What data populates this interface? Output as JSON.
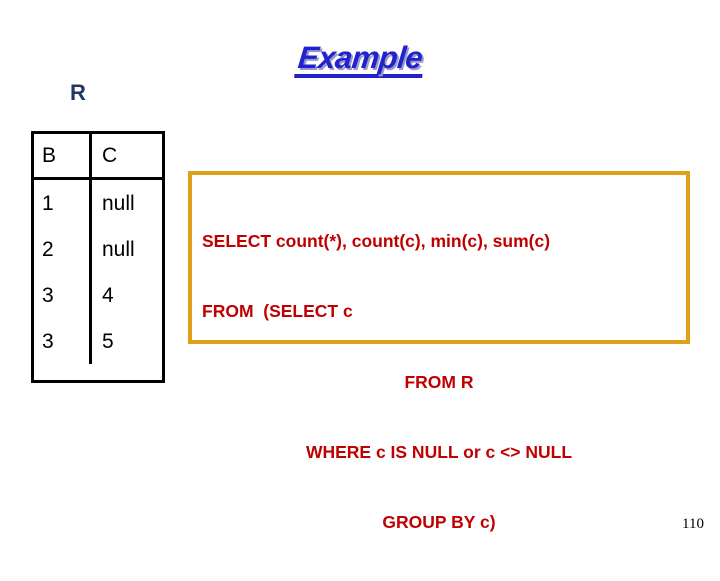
{
  "slide": {
    "title": "Example",
    "page_number": "110",
    "title_color": "#2222cc",
    "accent_border_color": "#e0a01a",
    "sql_text_color": "#c00000",
    "label_color": "#1f3864"
  },
  "relation": {
    "label": "R",
    "columns": [
      "B",
      "C"
    ],
    "rows": [
      {
        "b": "1",
        "c": "null"
      },
      {
        "b": "2",
        "c": "null"
      },
      {
        "b": "3",
        "c": "4"
      },
      {
        "b": "3",
        "c": "5"
      }
    ]
  },
  "query": {
    "lines": [
      "SELECT count(*), count(c), min(c), sum(c)",
      "FROM  (SELECT c",
      "FROM R",
      "WHERE c IS NULL or c <> NULL",
      "GROUP BY c)"
    ],
    "full_text": "SELECT count(*), count(c), min(c), sum(c)\nFROM  (SELECT c\n          FROM R\n         WHERE c IS NULL or c <> NULL\n      GROUP BY c)"
  }
}
